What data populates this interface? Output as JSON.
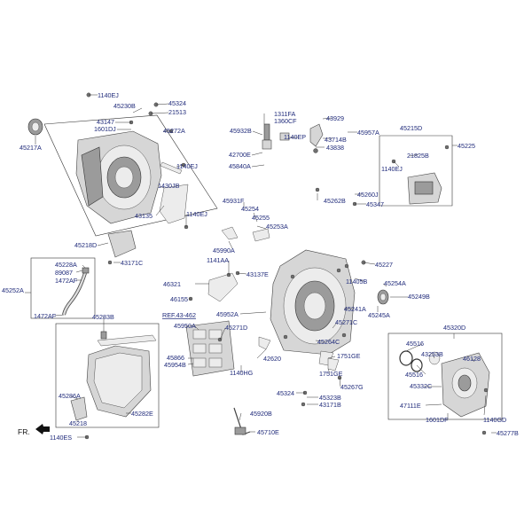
{
  "labels": {
    "l_1140EJ_a": "1140EJ",
    "l_45230B": "45230B",
    "l_45324_a": "45324",
    "l_21513": "21513",
    "l_45217A": "45217A",
    "l_43147": "43147",
    "l_1601DJ": "1601DJ",
    "l_45272A": "45272A",
    "l_1140EJ_b": "1140EJ",
    "l_1430JB": "1430JB",
    "l_1140EJ_c": "1140EJ",
    "l_43135": "43135",
    "l_45218D": "45218D",
    "l_43171C": "43171C",
    "l_1311FA": "1311FA",
    "l_1360CF": "1360CF",
    "l_45932B": "45932B",
    "l_1140EP": "1140EP",
    "l_42700E": "42700E",
    "l_45840A": "45840A",
    "l_43929": "43929",
    "l_45957A": "45957A",
    "l_43714B": "43714B",
    "l_43838": "43838",
    "l_45215D": "45215D",
    "l_45225": "45225",
    "l_21825B": "21825B",
    "l_1140EJ_d": "1140EJ",
    "l_45260J": "45260J",
    "l_45262B": "45262B",
    "l_45347": "45347",
    "l_45931F": "45931F",
    "l_45254": "45254",
    "l_45255": "45255",
    "l_45253A": "45253A",
    "l_45990A": "45990A",
    "l_1141AA": "1141AA",
    "l_43137E": "43137E",
    "l_45227": "45227",
    "l_46321": "46321",
    "l_46155": "46155",
    "l_11405B": "11405B",
    "l_45254A": "45254A",
    "l_45249B": "45249B",
    "l_45952A": "45952A",
    "l_45241A": "45241A",
    "l_45245A": "45245A",
    "l_45228A": "45228A",
    "l_89087": "89087",
    "l_1472AF_a": "1472AF",
    "l_45252A": "45252A",
    "l_1472AF_b": "1472AF",
    "l_45283B": "45283B",
    "l_ref": "REF.43-462",
    "l_45950A": "45950A",
    "l_45271C": "45271C",
    "l_45271D": "45271D",
    "l_45320D": "45320D",
    "l_45264C": "45264C",
    "l_45516_a": "45516",
    "l_43253B": "43253B",
    "l_46128": "46128",
    "l_45866": "45866",
    "l_45954B": "45954B",
    "l_42620": "42620",
    "l_1751GE_a": "1751GE",
    "l_1751GE_b": "1751GE",
    "l_45516_b": "45516",
    "l_45332C": "45332C",
    "l_1140HG": "1140HG",
    "l_45267G": "45267G",
    "l_45286A": "45286A",
    "l_45282E": "45282E",
    "l_45324_b": "45324",
    "l_45323B": "45323B",
    "l_43171B": "43171B",
    "l_47111E": "47111E",
    "l_45218": "45218",
    "l_45920B": "45920B",
    "l_1601DF": "1601DF",
    "l_1140GD": "1140GD",
    "l_FR": "FR.",
    "l_1140ES": "1140ES",
    "l_45710E": "45710E",
    "l_45277B": "45277B"
  }
}
